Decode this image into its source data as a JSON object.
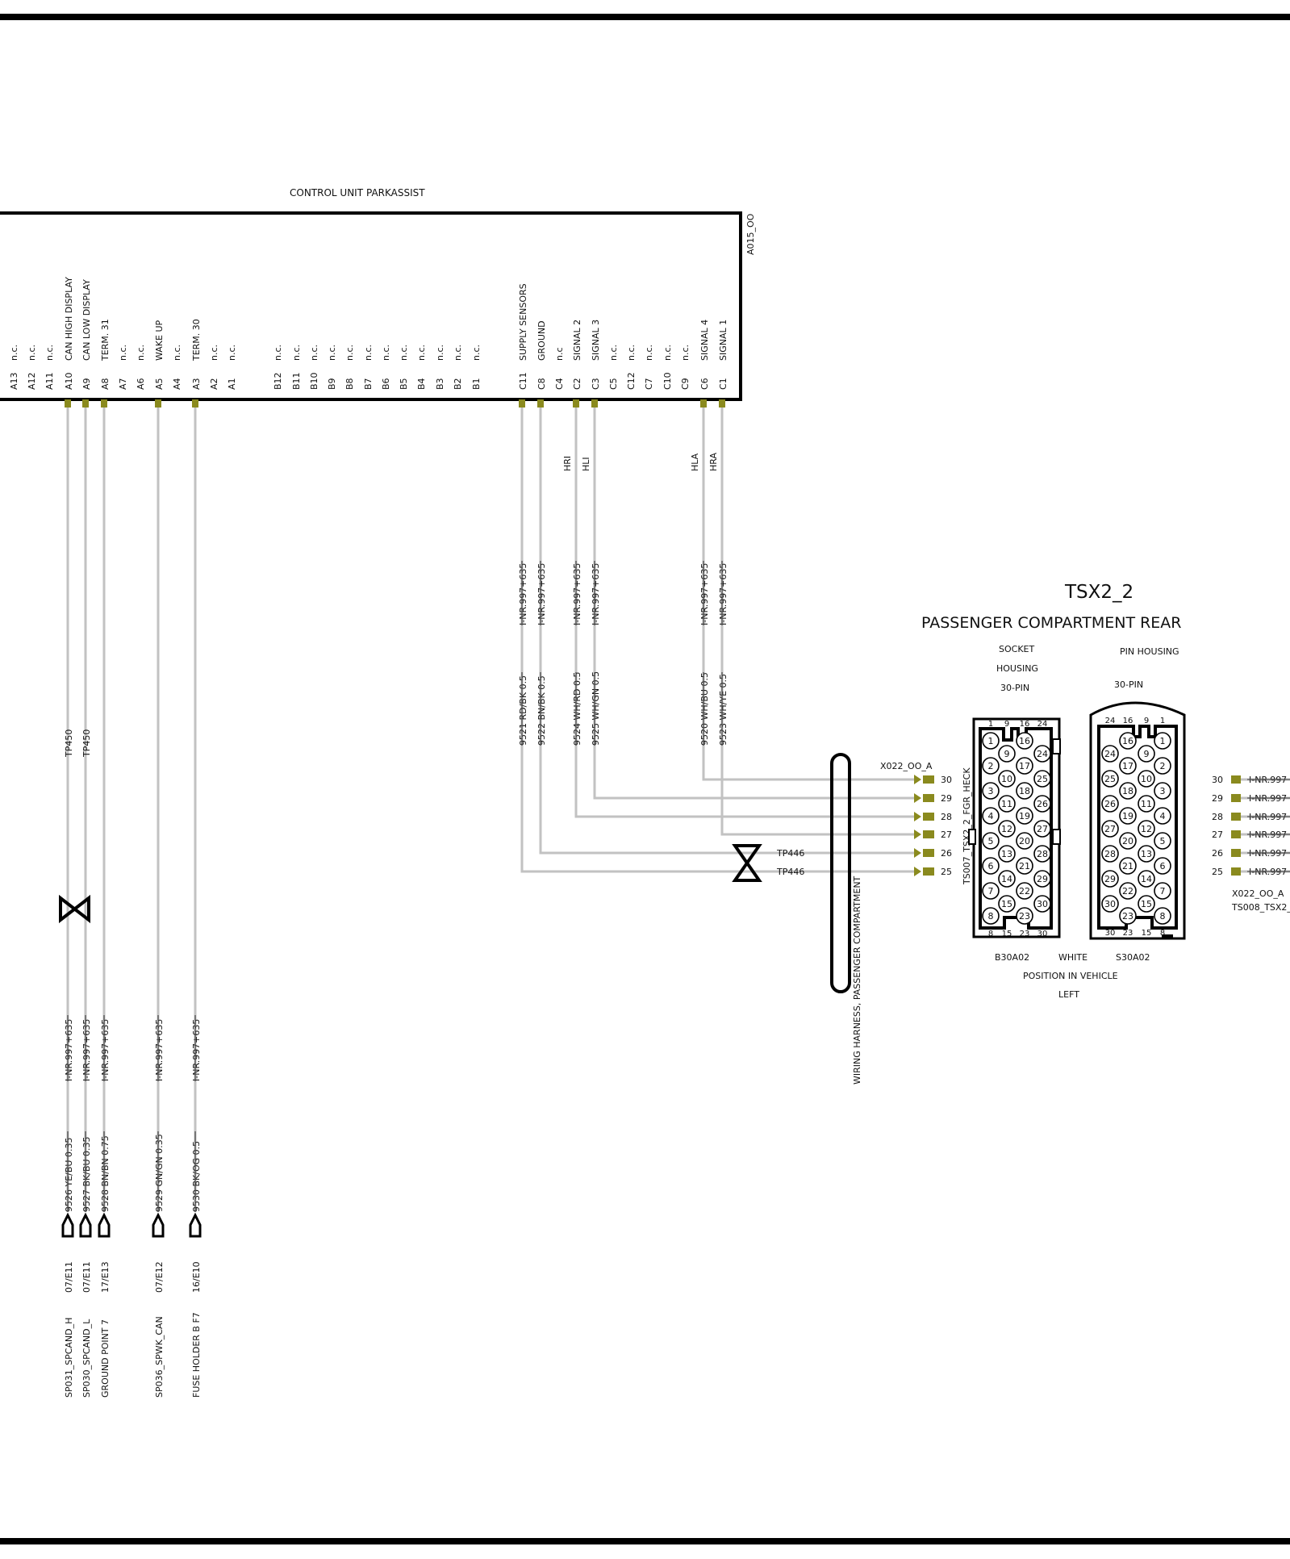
{
  "control_unit": {
    "title": "CONTROL UNIT",
    "name": "PARKASSIST",
    "id": "A015_OO",
    "pins": [
      {
        "id": "A13",
        "label": "n.c."
      },
      {
        "id": "A12",
        "label": "n.c."
      },
      {
        "id": "A11",
        "label": "n.c."
      },
      {
        "id": "A10",
        "label": "CAN HIGH DISPLAY"
      },
      {
        "id": "A9",
        "label": "CAN   LOW DISPLAY"
      },
      {
        "id": "A8",
        "label": "TERM. 31"
      },
      {
        "id": "A7",
        "label": "n.c."
      },
      {
        "id": "A6",
        "label": "n.c."
      },
      {
        "id": "A5",
        "label": "WAKE UP"
      },
      {
        "id": "A4",
        "label": "n.c."
      },
      {
        "id": "A3",
        "label": "TERM. 30"
      },
      {
        "id": "A2",
        "label": "n.c."
      },
      {
        "id": "A1",
        "label": "n.c."
      },
      {
        "id": "B12",
        "label": "n.c."
      },
      {
        "id": "B11",
        "label": "n.c."
      },
      {
        "id": "B10",
        "label": "n.c."
      },
      {
        "id": "B9",
        "label": "n.c."
      },
      {
        "id": "B8",
        "label": "n.c."
      },
      {
        "id": "B7",
        "label": "n.c."
      },
      {
        "id": "B6",
        "label": "n.c."
      },
      {
        "id": "B5",
        "label": "n.c."
      },
      {
        "id": "B4",
        "label": "n.c."
      },
      {
        "id": "B3",
        "label": "n.c."
      },
      {
        "id": "B2",
        "label": "n.c."
      },
      {
        "id": "B1",
        "label": "n.c."
      },
      {
        "id": "C11",
        "label": "SUPPLY  SENSORS"
      },
      {
        "id": "C8",
        "label": "GROUND"
      },
      {
        "id": "C4",
        "label": "n.c"
      },
      {
        "id": "C2",
        "label": "SIGNAL   2"
      },
      {
        "id": "C3",
        "label": "SIGNAL   3"
      },
      {
        "id": "C5",
        "label": "n.c."
      },
      {
        "id": "C12",
        "label": "n.c."
      },
      {
        "id": "C7",
        "label": "n.c."
      },
      {
        "id": "C10",
        "label": "n.c."
      },
      {
        "id": "C9",
        "label": "n.c."
      },
      {
        "id": "C6",
        "label": "SIGNAL   4"
      },
      {
        "id": "C1",
        "label": "SIGNAL   1"
      }
    ]
  },
  "left_wires": [
    {
      "pin": "A10",
      "tp": "TP450",
      "inr": "I-NR.997+635",
      "wire": "9526 YE/BU 0.35",
      "ref": "07/E11",
      "dest": "SP031_SPCAND_H"
    },
    {
      "pin": "A9",
      "tp": "TP450",
      "inr": "I-NR.997+635",
      "wire": "9527 BK/BU 0.35",
      "ref": "07/E11",
      "dest": "SP030_SPCAND_L"
    },
    {
      "pin": "A8",
      "tp": "",
      "inr": "I-NR.997+635",
      "wire": "9528 BN/BN 0.75",
      "ref": "17/E13",
      "dest": "GROUND POINT 7"
    },
    {
      "pin": "A5",
      "tp": "",
      "inr": "I-NR.997+635",
      "wire": "9529 GN/GN 0.35",
      "ref": "07/E12",
      "dest": "SP036_SPWK_CAN"
    },
    {
      "pin": "A3",
      "tp": "",
      "inr": "I-NR.997+635",
      "wire": "9530 BK/OG 0.5",
      "ref": "16/E10",
      "dest": "FUSE HOLDER B  F7"
    }
  ],
  "right_wires": [
    {
      "pin": "C11",
      "sig": "",
      "inr": "I-NR.997+635",
      "wire": "9521 RD/BK 0.5",
      "conn_pin": "25",
      "tp": "TP446"
    },
    {
      "pin": "C8",
      "sig": "",
      "inr": "I-NR.997+635",
      "wire": "9522 BN/BK 0.5",
      "conn_pin": "26",
      "tp": "TP446"
    },
    {
      "pin": "C2",
      "sig": "HRI",
      "inr": "I-NR.997+635",
      "wire": "9524 WH/RD 0.5",
      "conn_pin": "28",
      "tp": ""
    },
    {
      "pin": "C3",
      "sig": "HLI",
      "inr": "I-NR.997+635",
      "wire": "9525 WH/GN 0.5",
      "conn_pin": "29",
      "tp": ""
    },
    {
      "pin": "C6",
      "sig": "HLA",
      "inr": "I-NR.997+635",
      "wire": "9520 WH/BU 0.5",
      "conn_pin": "30",
      "tp": ""
    },
    {
      "pin": "C1",
      "sig": "HRA",
      "inr": "I-NR.997+635",
      "wire": "9523 WH/YE 0.5",
      "conn_pin": "27",
      "tp": ""
    }
  ],
  "connector": {
    "id": "X022_OO_A",
    "pins_desc": [
      "30",
      "29",
      "28",
      "27",
      "26",
      "25"
    ],
    "harness": "WIRING HARNESS, PASSENGER COMPARTMENT"
  },
  "tsx": {
    "title": "TSX2_2",
    "subtitle": "PASSENGER COMPARTMENT   REAR",
    "socket_line1": "SOCKET",
    "socket_line2": "HOUSING",
    "socket_pins": "30-PIN",
    "pin_housing": "PIN HOUSING",
    "pin_pins": "30-PIN",
    "side_label": "TS007_TSX2_2_FGR_HECK",
    "socket_part": "B30A02",
    "color": "WHITE",
    "pin_part": "S30A02",
    "position_label": "POSITION IN VEHICLE",
    "position": "LEFT",
    "socket_top_nums": [
      "1",
      "9",
      "16",
      "24"
    ],
    "socket_bottom_nums": [
      "8",
      "15",
      "23",
      "30"
    ],
    "pin_top_nums": [
      "24",
      "16",
      "9",
      "1"
    ],
    "pin_bottom_nums": [
      "30",
      "23",
      "15",
      "8"
    ],
    "socket_cols": [
      [
        "1",
        "2",
        "3",
        "4",
        "5",
        "6",
        "7",
        "8"
      ],
      [
        "9",
        "10",
        "11",
        "12",
        "13",
        "14",
        "15"
      ],
      [
        "16",
        "17",
        "18",
        "19",
        "20",
        "21",
        "22",
        "23"
      ],
      [
        "24",
        "25",
        "26",
        "27",
        "28",
        "29",
        "30"
      ]
    ],
    "pin_cols": [
      [
        "24",
        "25",
        "26",
        "27",
        "28",
        "29",
        "30"
      ],
      [
        "16",
        "17",
        "18",
        "19",
        "20",
        "21",
        "22",
        "23"
      ],
      [
        "9",
        "10",
        "11",
        "12",
        "13",
        "14",
        "15"
      ],
      [
        "1",
        "2",
        "3",
        "4",
        "5",
        "6",
        "7",
        "8"
      ]
    ]
  },
  "right_edge": {
    "pins": [
      "30",
      "29",
      "28",
      "27",
      "26",
      "25"
    ],
    "inr": "I-NR.997",
    "label1": "X022_OO_A",
    "label2": "TS008_TSX2_"
  }
}
